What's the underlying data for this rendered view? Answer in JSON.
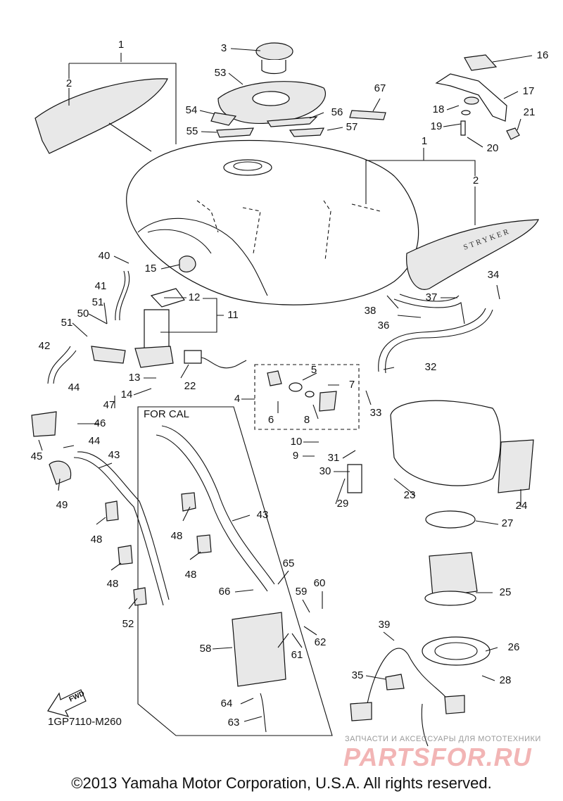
{
  "diagram": {
    "section_label": "FOR CAL",
    "diagram_code": "1GP7110-M260",
    "fwd_label": "FWD",
    "tank_graphic_text": "STRYKER",
    "copyright": "©2013 Yamaha Motor Corporation, U.S.A. All rights reserved.",
    "callouts": [
      "1",
      "1",
      "2",
      "2",
      "3",
      "4",
      "5",
      "6",
      "7",
      "8",
      "9",
      "10",
      "11",
      "12",
      "13",
      "14",
      "15",
      "16",
      "17",
      "18",
      "19",
      "20",
      "21",
      "22",
      "23",
      "24",
      "25",
      "26",
      "27",
      "28",
      "29",
      "30",
      "31",
      "32",
      "33",
      "34",
      "35",
      "36",
      "37",
      "38",
      "39",
      "40",
      "41",
      "42",
      "43",
      "43",
      "44",
      "44",
      "45",
      "46",
      "47",
      "48",
      "48",
      "48",
      "48",
      "49",
      "50",
      "51",
      "51",
      "52",
      "53",
      "54",
      "55",
      "56",
      "57",
      "58",
      "59",
      "60",
      "61",
      "62",
      "63",
      "64",
      "65",
      "66",
      "67"
    ]
  },
  "watermark": {
    "subtitle": "ЗАПЧАСТИ И АКСЕССУАРЫ ДЛЯ МОТОТЕХНИКИ",
    "brand": "PARTSFOR.RU"
  }
}
